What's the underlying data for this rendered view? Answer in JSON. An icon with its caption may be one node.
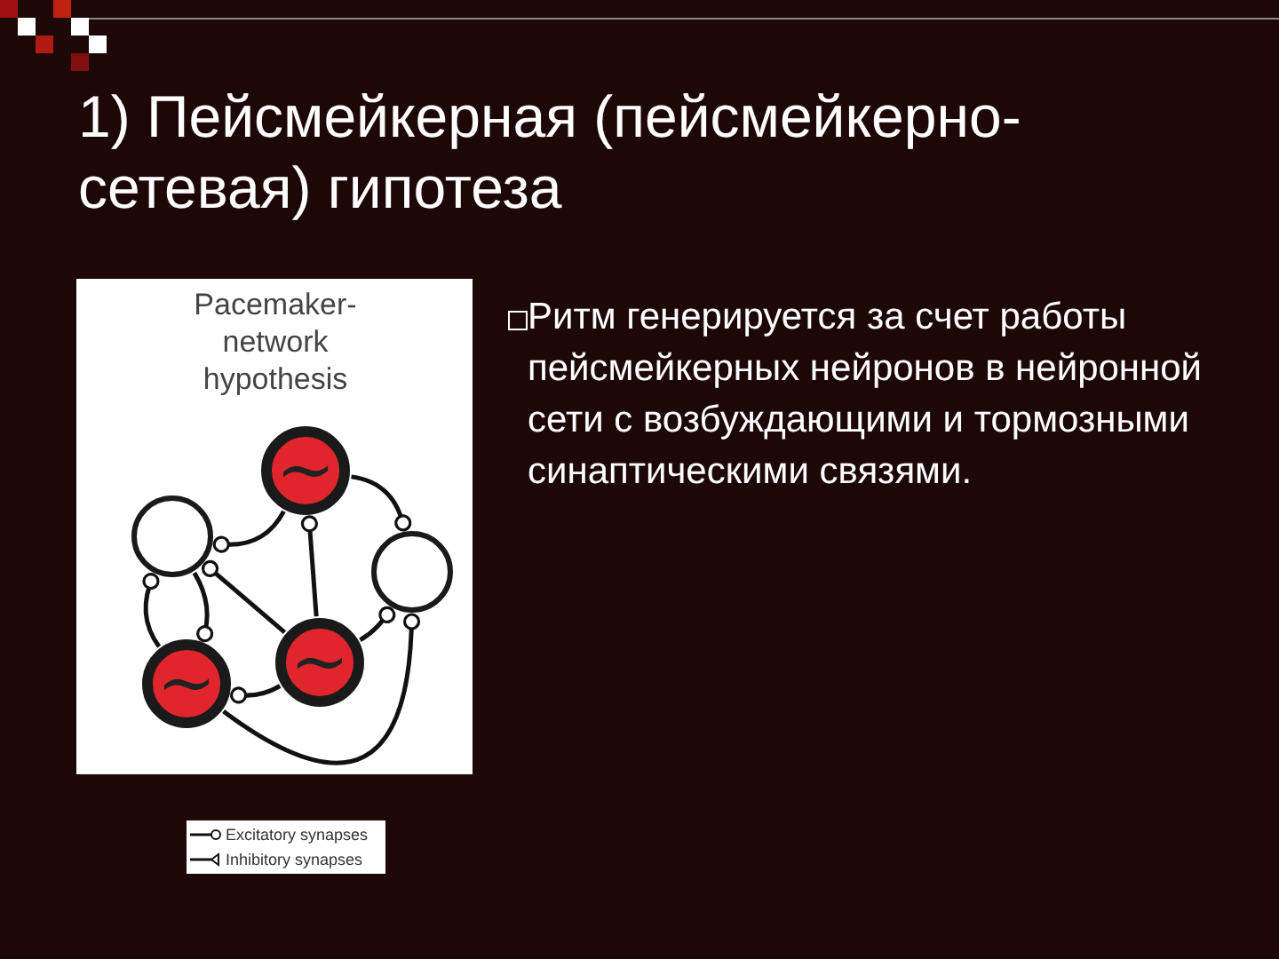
{
  "diagram": {
    "title": "1) Пейсмейкерная (пейсмейкерно-сетевая) гипотеза",
    "nodes": [
      {
        "text": [
          "~"
        ]
      },
      {
        "text": [],
        "shape": "circle"
      },
      {
        "text": [],
        "shape": "circle"
      },
      {
        "text": [
          "~"
        ]
      },
      {
        "text": [
          "~"
        ]
      }
    ],
    "edges": [
      {
        "from": 0,
        "to": 1,
        "arrow": "other"
      },
      {
        "from": 0,
        "to": 2,
        "arrow": "other"
      },
      {
        "from": 3,
        "to": 0,
        "arrow": "other"
      },
      {
        "from": 3,
        "to": 1,
        "arrow": "other"
      },
      {
        "from": 4,
        "to": 1,
        "arrow": "other"
      },
      {
        "from": 1,
        "to": 4,
        "arrow": "other"
      },
      {
        "from": 3,
        "to": 2,
        "arrow": "other"
      },
      {
        "from": 4,
        "to": 2,
        "arrow": "other"
      },
      {
        "from": 3,
        "to": 4,
        "arrow": "other"
      }
    ],
    "labels": [
      "Pacemaker-network hypothesis",
      "Ритм генерируется за счет работы пейсмейкерных нейронов в нейронной сети с возбуждающими и тормозными синаптическими связями."
    ],
    "legend": [
      {
        "text": "Excitatory synapses"
      },
      {
        "text": "Inhibitory synapses"
      }
    ]
  }
}
